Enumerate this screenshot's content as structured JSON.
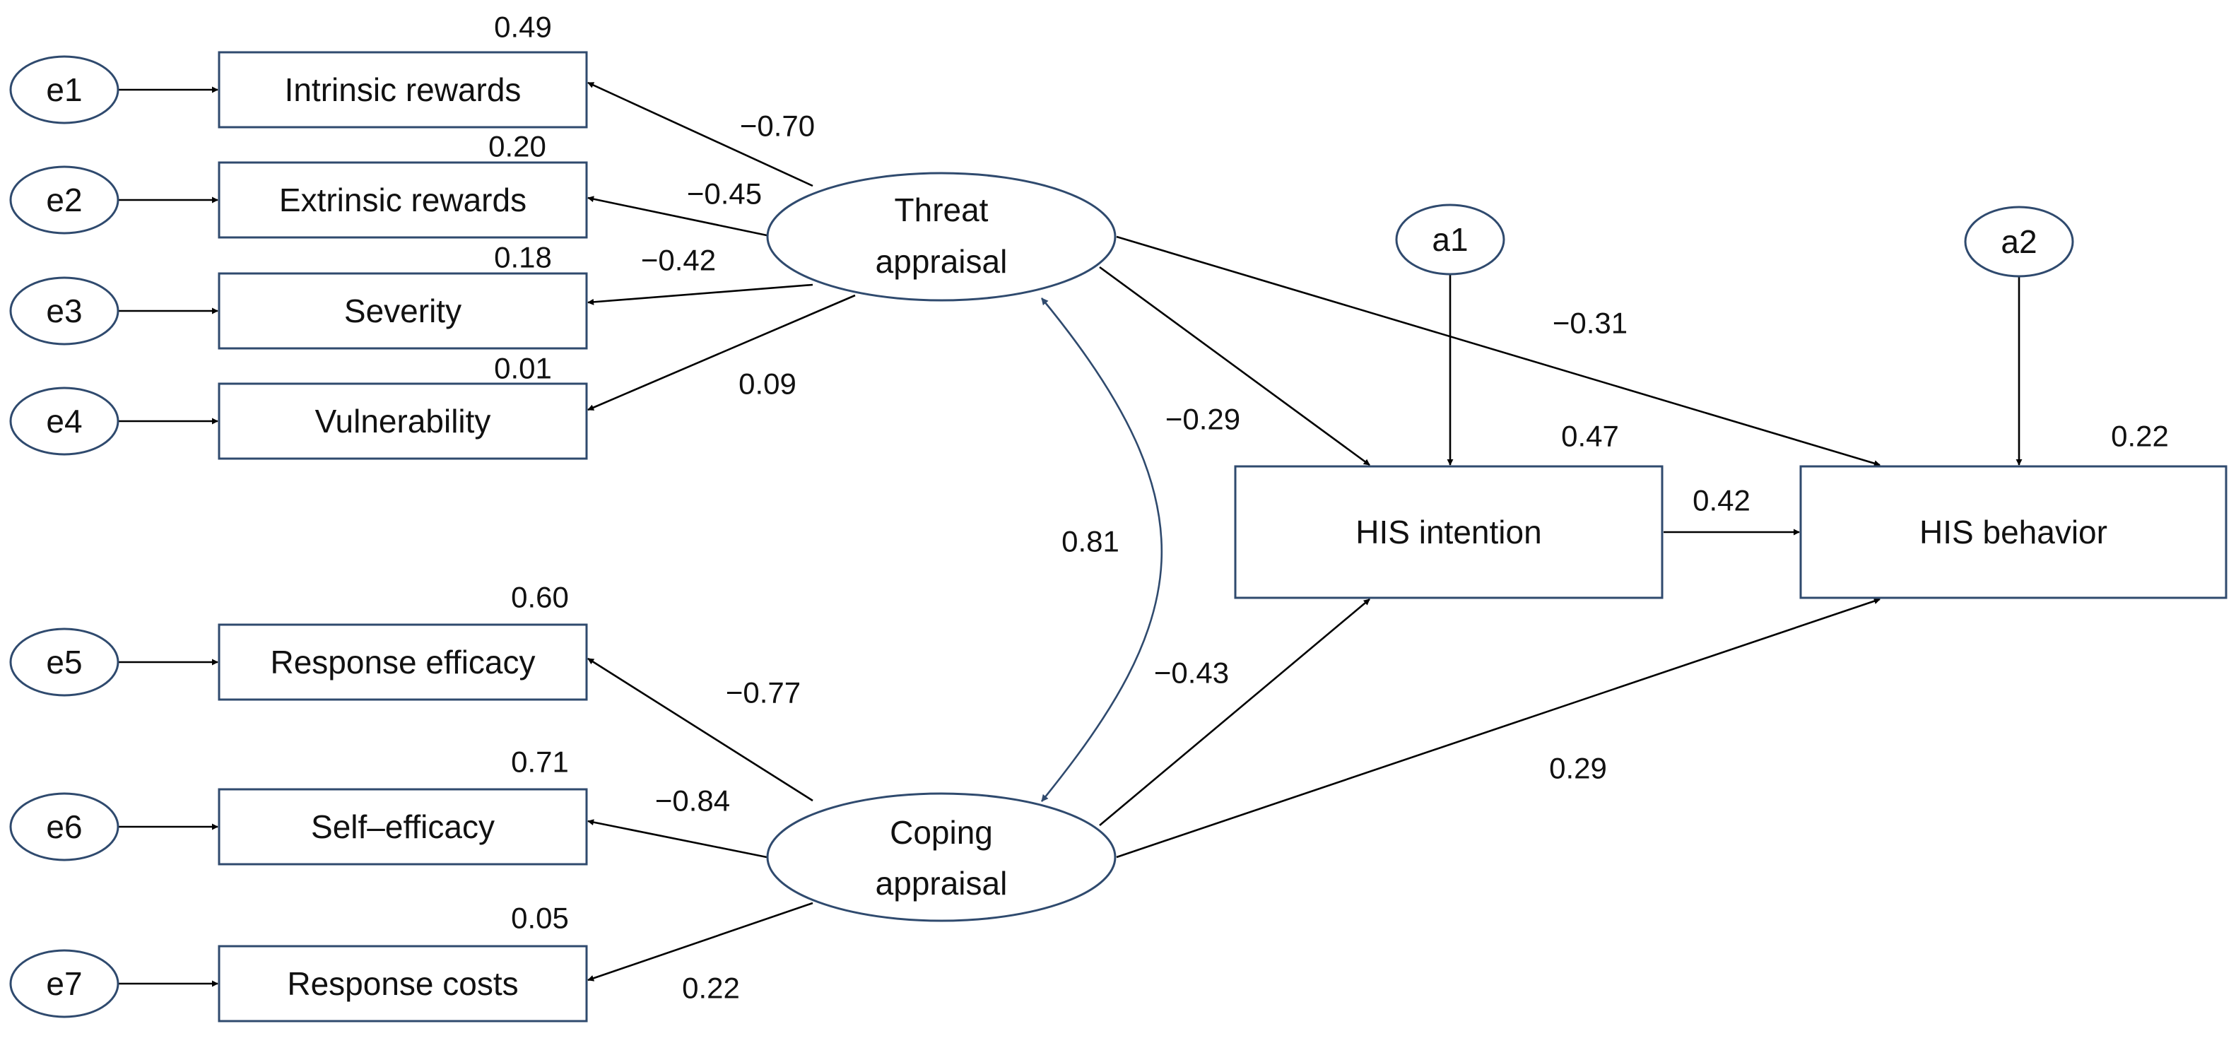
{
  "colors": {
    "node_stroke": "#2f4a6e",
    "edge": "#000000",
    "text": "#111111"
  },
  "error_terms": [
    {
      "id": "e1",
      "label": "e1"
    },
    {
      "id": "e2",
      "label": "e2"
    },
    {
      "id": "e3",
      "label": "e3"
    },
    {
      "id": "e4",
      "label": "e4"
    },
    {
      "id": "e5",
      "label": "e5"
    },
    {
      "id": "e6",
      "label": "e6"
    },
    {
      "id": "e7",
      "label": "e7"
    },
    {
      "id": "a1",
      "label": "a1"
    },
    {
      "id": "a2",
      "label": "a2"
    }
  ],
  "indicators": [
    {
      "id": "intrinsic",
      "label": "Intrinsic rewards",
      "r2": "0.49",
      "loading": "−0.70"
    },
    {
      "id": "extrinsic",
      "label": "Extrinsic rewards",
      "r2": "0.20",
      "loading": "−0.45"
    },
    {
      "id": "severity",
      "label": "Severity",
      "r2": "0.18",
      "loading": "−0.42"
    },
    {
      "id": "vulnerability",
      "label": "Vulnerability",
      "r2": "0.01",
      "loading": "0.09"
    },
    {
      "id": "response_efficacy",
      "label": "Response efficacy",
      "r2": "0.60",
      "loading": "−0.77"
    },
    {
      "id": "self_efficacy",
      "label": "Self–efficacy",
      "r2": "0.71",
      "loading": "−0.84"
    },
    {
      "id": "response_costs",
      "label": "Response costs",
      "r2": "0.05",
      "loading": "0.22"
    }
  ],
  "latents": [
    {
      "id": "threat",
      "line1": "Threat",
      "line2": "appraisal"
    },
    {
      "id": "coping",
      "line1": "Coping",
      "line2": "appraisal"
    }
  ],
  "outcomes": [
    {
      "id": "intention",
      "label": "HIS intention",
      "r2": "0.47"
    },
    {
      "id": "behavior",
      "label": "HIS behavior",
      "r2": "0.22"
    }
  ],
  "paths": {
    "threat_to_intention": "−0.29",
    "threat_to_behavior": "−0.31",
    "coping_to_intention": "−0.43",
    "coping_to_behavior": "0.29",
    "intention_to_behavior": "0.42",
    "threat_coping_corr": "0.81"
  }
}
